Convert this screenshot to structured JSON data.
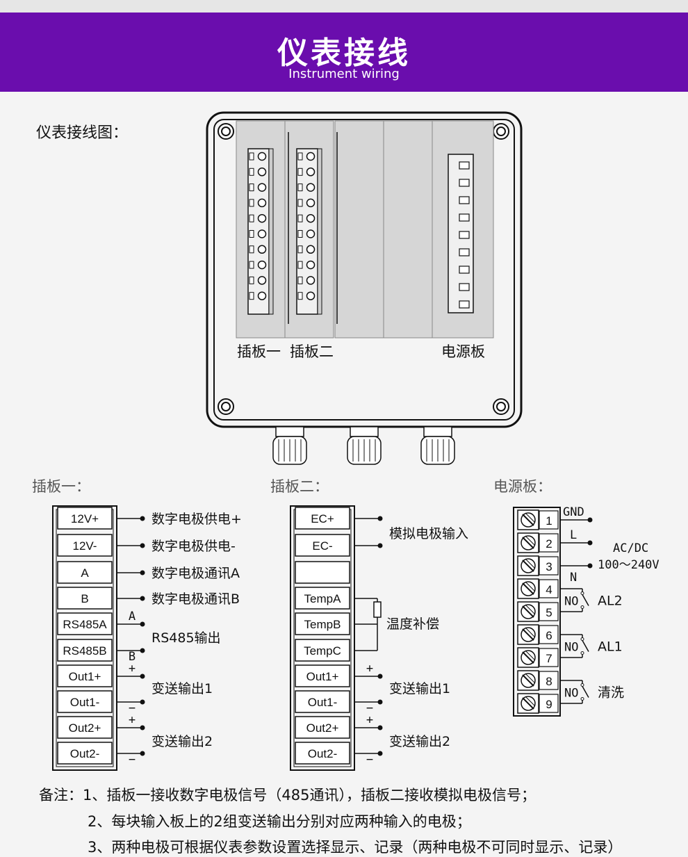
{
  "banner": {
    "title": "仪表接线",
    "subtitle": "Instrument wiring"
  },
  "diagram_title": "仪表接线图：",
  "enclosure": {
    "board_labels": [
      "插板一",
      "插板二",
      "电源板"
    ]
  },
  "board1": {
    "title": "插板一：",
    "terminals": [
      "12V+",
      "12V-",
      "A",
      "B",
      "RS485A",
      "RS485B",
      "Out1+",
      "Out1-",
      "Out2+",
      "Out2-"
    ],
    "labels": [
      "数字电极供电+",
      "数字电极供电-",
      "数字电极通讯A",
      "数字电极通讯B",
      "RS485输出",
      "变送输出1",
      "变送输出2"
    ],
    "marks": [
      "A",
      "B",
      "+",
      "−",
      "+",
      "−"
    ]
  },
  "board2": {
    "title": "插板二：",
    "terminals": [
      "EC+",
      "EC-",
      "",
      "TempA",
      "TempB",
      "TempC",
      "Out1+",
      "Out1-",
      "Out2+",
      "Out2-"
    ],
    "labels": [
      "模拟电极输入",
      "温度补偿",
      "变送输出1",
      "变送输出2"
    ],
    "marks": [
      "+",
      "−",
      "+",
      "−"
    ]
  },
  "power": {
    "title": "电源板：",
    "numbers": [
      "1",
      "2",
      "3",
      "4",
      "5",
      "6",
      "7",
      "8",
      "9"
    ],
    "wire_labels": [
      "GND",
      "L",
      "N"
    ],
    "supply": [
      "AC/DC",
      "100～240V"
    ],
    "relay_prefix": "NO",
    "relays": [
      "AL2",
      "AL1",
      "清洗"
    ]
  },
  "notes": [
    "备注：1、插板一接收数字电极信号（485通讯），插板二接收模拟电极信号；",
    "2、每块输入板上的2组变送输出分别对应两种输入的电极；",
    "3、两种电极可根据仪表参数设置选择显示、记录（两种电极不可同时显示、记录）"
  ],
  "colors": {
    "banner": "#6a0dad",
    "board_fill": "#d6d6d6",
    "line": "#111111"
  }
}
